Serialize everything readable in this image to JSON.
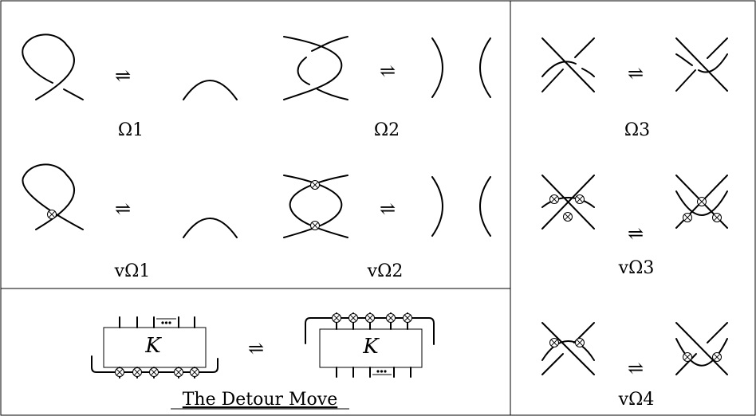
{
  "moves": {
    "omega1": "Ω1",
    "omega2": "Ω2",
    "omega3": "Ω3",
    "v_omega1": "vΩ1",
    "v_omega2": "vΩ2",
    "v_omega3": "vΩ3",
    "v_omega4": "vΩ4"
  },
  "equivalence_symbol": "⇌",
  "detour": {
    "box_label": "K",
    "title": "The Detour Move"
  },
  "icons": {
    "virtual_crossing": "circle-with-x",
    "ellipsis": "three-dots"
  }
}
